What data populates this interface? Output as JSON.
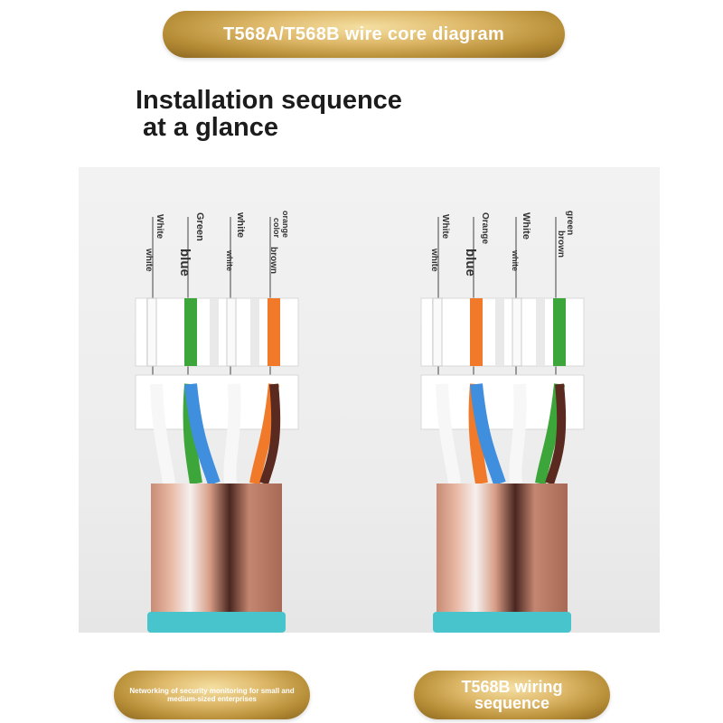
{
  "header": {
    "title": "T568A/T568B wire core diagram"
  },
  "headline": {
    "line1": "Installation sequence",
    "line2": " at a glance"
  },
  "diagram_a": {
    "labels": [
      "White",
      "white",
      "Green",
      "blue",
      "white",
      "white",
      "orange",
      "color",
      "brown"
    ]
  },
  "diagram_b": {
    "labels": [
      "White",
      "white",
      "Orange",
      "blue",
      "White",
      "white",
      "green",
      "brown"
    ]
  },
  "footer": {
    "left_caption": "Networking of security monitoring for small and medium-sized enterprises",
    "right_caption_line1": "T568B wiring",
    "right_caption_line2": "sequence"
  },
  "colors": {
    "gold": "#c9a24d",
    "green": "#3da63a",
    "orange": "#f07a2a",
    "blue": "#3f8fde",
    "brown": "#5a2a20",
    "copper": "#d9a48c",
    "teal": "#48c4cc"
  }
}
